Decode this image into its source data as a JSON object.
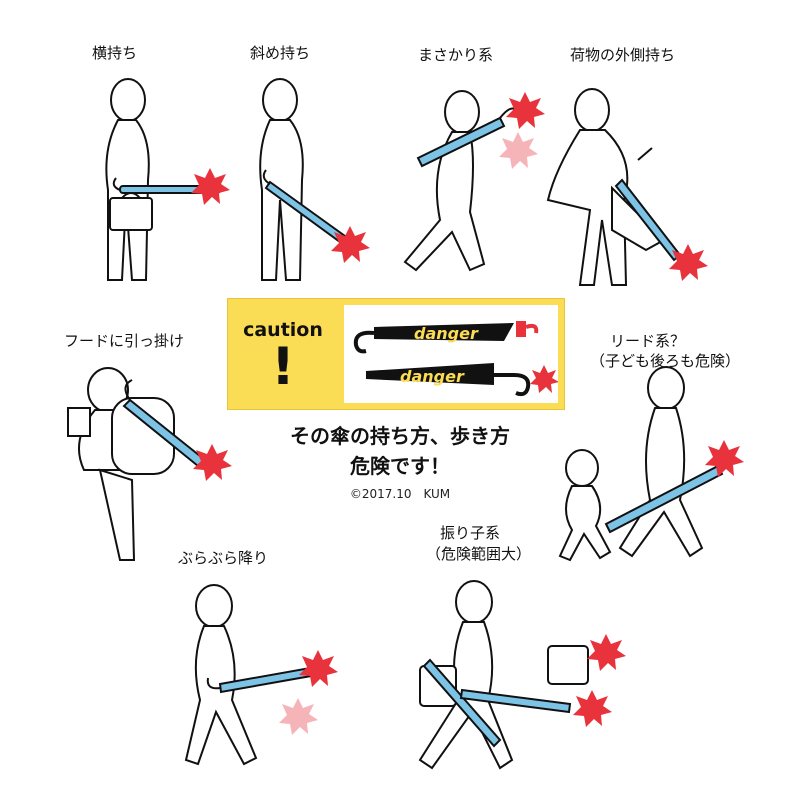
{
  "labels": {
    "yoko": "横持ち",
    "naname": "斜め持ち",
    "masakari": "まさかり系",
    "nimotsu": "荷物の外側持ち",
    "hood": "フードに引っ掛け",
    "lead_line1": "リード系？",
    "lead_line2": "（子ども後ろも危険）",
    "burabura": "ぶらぶら降り",
    "furiko_line1": "振り子系",
    "furiko_line2": "（危険範囲大）"
  },
  "caution": {
    "word": "caution",
    "mark": "!",
    "danger1": "danger",
    "danger2": "danger"
  },
  "title": {
    "line1": "その傘の持ち方、歩き方",
    "line2": "危険です！"
  },
  "copyright": "©2017.10　KUM",
  "colors": {
    "umbrella": "#7cc3e6",
    "burst": "#e8323c",
    "burst_faded": "#f5b5b8",
    "caution_bg": "#fbdc55",
    "ink": "#111111",
    "danger_text": "#fbdc55"
  }
}
